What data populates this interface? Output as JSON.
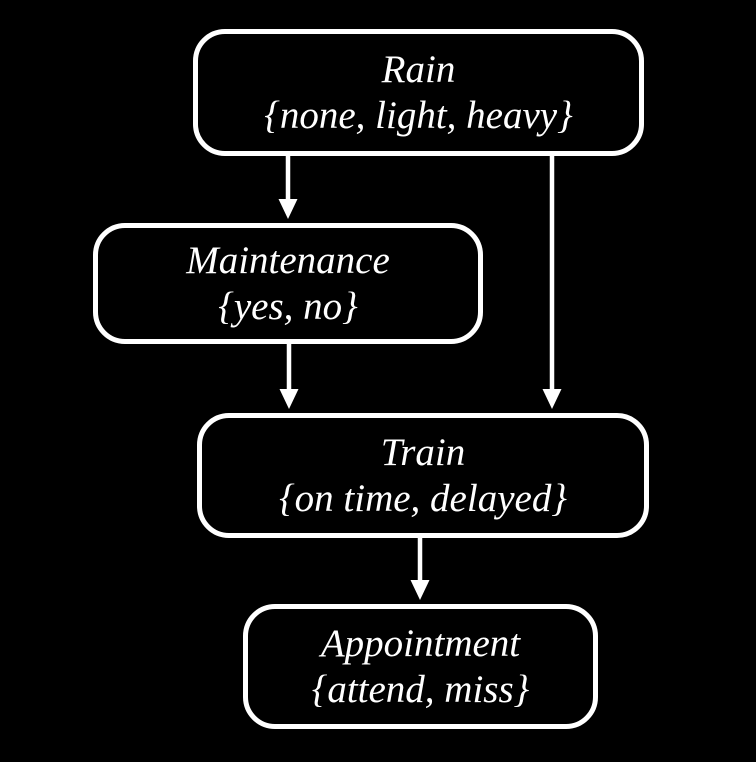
{
  "diagram": {
    "type": "bayesian-network",
    "colors": {
      "background": "#000000",
      "node_border": "#ffffff",
      "node_text": "#ffffff",
      "arrow": "#ffffff"
    },
    "nodes": [
      {
        "id": "rain",
        "label": "Rain",
        "values": "{none, light, heavy}"
      },
      {
        "id": "maintenance",
        "label": "Maintenance",
        "values": "{yes, no}"
      },
      {
        "id": "train",
        "label": "Train",
        "values": "{on time, delayed}"
      },
      {
        "id": "appointment",
        "label": "Appointment",
        "values": "{attend, miss}"
      }
    ],
    "edges": [
      {
        "from": "rain",
        "to": "maintenance"
      },
      {
        "from": "rain",
        "to": "train"
      },
      {
        "from": "maintenance",
        "to": "train"
      },
      {
        "from": "train",
        "to": "appointment"
      }
    ]
  }
}
